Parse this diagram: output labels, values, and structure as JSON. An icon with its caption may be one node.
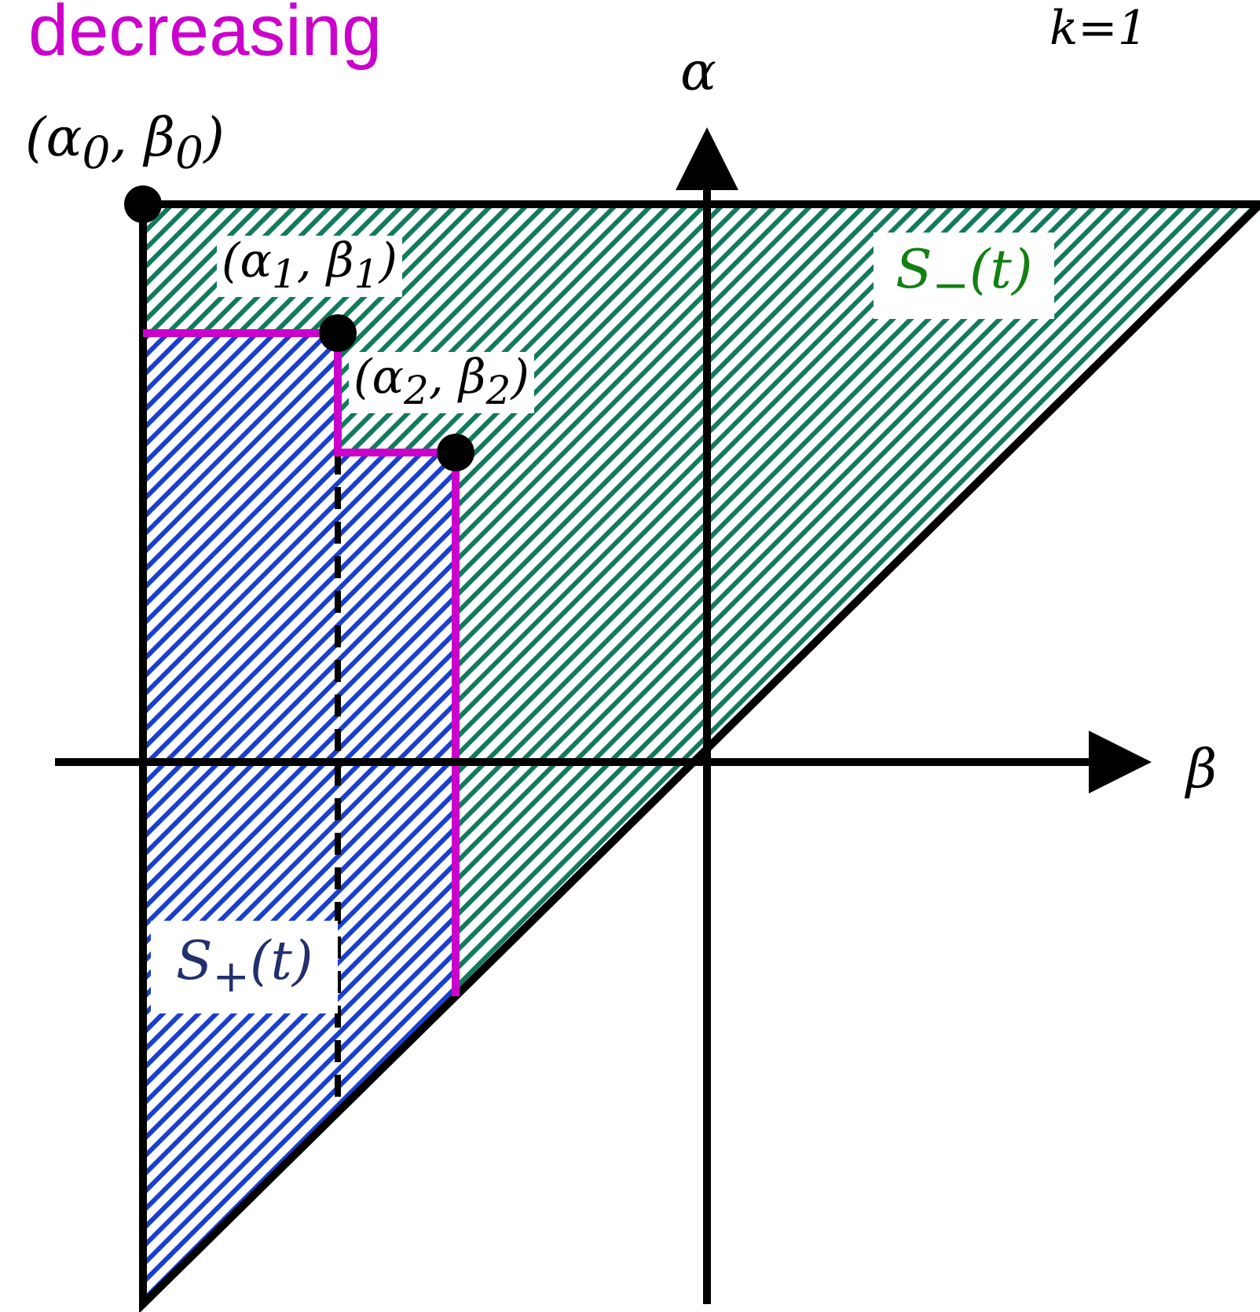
{
  "diagram": {
    "labels": [
      "decreasing",
      "k=1",
      "α",
      "(α$_{0}$, β$_{0}$)",
      "(α$_{1}$, β$_{1}$)",
      "S$_{−}$(t)",
      "(α$_{2}$, β$_{2}$)",
      "β",
      "S$_{+}$(t)"
    ]
  }
}
